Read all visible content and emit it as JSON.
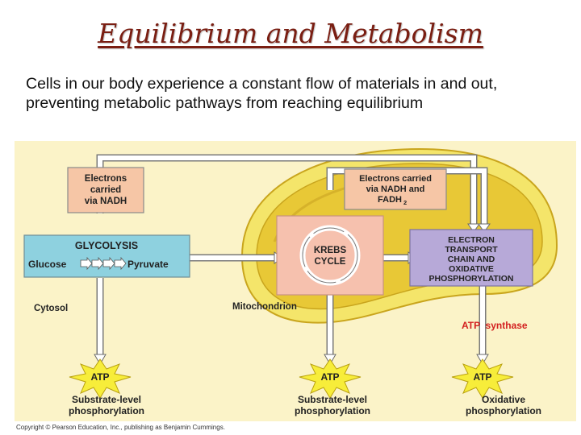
{
  "title": "Equilibrium and Metabolism",
  "body_text": "Cells in our body experience a constant flow of materials in and out, preventing metabolic pathways from reaching equilibrium",
  "diagram": {
    "electrons_nadh": [
      "Electrons",
      "carried",
      "via NADH"
    ],
    "electrons_nadh_fadh2": [
      "Electrons carried",
      "via NADH and"
    ],
    "fadh2_main": "FADH",
    "fadh2_sub": "2",
    "glycolysis": "GLYCOLYSIS",
    "glucose": "Glucose",
    "pyruvate": "Pyruvate",
    "krebs": [
      "KREBS",
      "CYCLE"
    ],
    "etc": [
      "ELECTRON",
      "TRANSPORT",
      "CHAIN AND",
      "OXIDATIVE",
      "PHOSPHORYLATION"
    ],
    "cytosol": "Cytosol",
    "mitochondrion": "Mitochondrion",
    "atp_synthase": "ATP  synthase",
    "atp1": "ATP",
    "atp2": "ATP",
    "atp3": "ATP",
    "label1": [
      "Substrate-level",
      "phosphorylation"
    ],
    "label2": [
      "Substrate-level",
      "phosphorylation"
    ],
    "label3": [
      "Oxidative",
      "phosphorylation"
    ]
  },
  "copyright": "Copyright © Pearson Education, Inc., publishing as Benjamin Cummings.",
  "colors": {
    "title": "#7a1e12",
    "background_panel": "#fbf3c8",
    "mito_outer": "#f4e56a",
    "mito_inner": "#e8c836",
    "glycolysis_box": "#8ed1df",
    "krebs_box": "#f6c1ae",
    "etc_box": "#b7a9d8",
    "electron_box": "#f6c6a6",
    "atp_star": "#f7ed3a",
    "atp_synthase_text": "#d32020"
  }
}
